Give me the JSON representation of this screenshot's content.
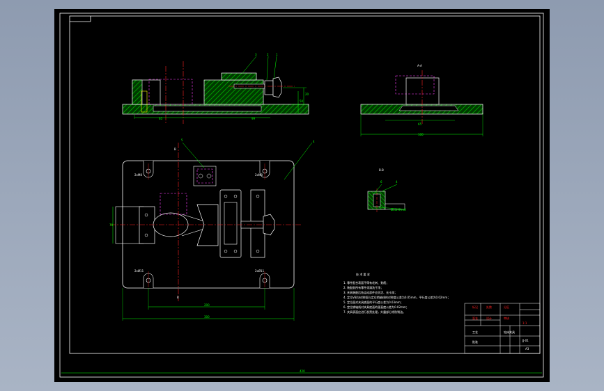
{
  "colors": {
    "background": "#000000",
    "frame": "#ffffff",
    "outline": "#ffffff",
    "dimension": "#00ff00",
    "centerline": "#ff2020",
    "hidden": "#ff40ff",
    "hatch": "#00b000"
  },
  "views": {
    "front": {
      "balloons": [
        "3",
        "2",
        "1"
      ],
      "dims": [
        "20",
        "50",
        "65",
        "99"
      ]
    },
    "side": {
      "labels": [
        "A-A",
        "65",
        "100"
      ]
    },
    "plan": {
      "balloons": [
        "5",
        "4"
      ],
      "section_marks": [
        "B",
        "B"
      ],
      "hole_labels": [
        "2xM8",
        "2xM8",
        "2xØ11",
        "2xØ11"
      ],
      "dims": [
        "70",
        "200",
        "300"
      ]
    },
    "section": {
      "title": "B-B",
      "balloons": [
        "6",
        "4"
      ],
      "note": "Ø11H7/m6"
    }
  },
  "notes": {
    "title": "技 术 要 求",
    "items": [
      "1. 零件配合表面不得有毛刺、划痕；",
      "2. 装配前所有零件须清洗干净；",
      "3. 夹具装配后各运动部件应灵活、无卡滞；",
      "4. 定位V形块对称面与定位销轴线的对称度公差为0.05mm，平行度公差为0.02mm；",
      "5. 定位面对夹具底面的平行度公差为0.03mm；",
      "6. 定位销轴线对夹具底面的垂直度公差为0.02mm；",
      "7. 夹具表面应进行发黑处理，外露部分涂防锈油。"
    ]
  },
  "title_block": {
    "design_name": "钻床夹具",
    "drawing_no": "JJ-01",
    "scale": "1:1",
    "sheet": "A3",
    "rows": [
      "标记",
      "处数",
      "分区",
      "签名",
      "设计",
      "审核",
      "工艺",
      "批准"
    ]
  },
  "bottom_dim": "420"
}
